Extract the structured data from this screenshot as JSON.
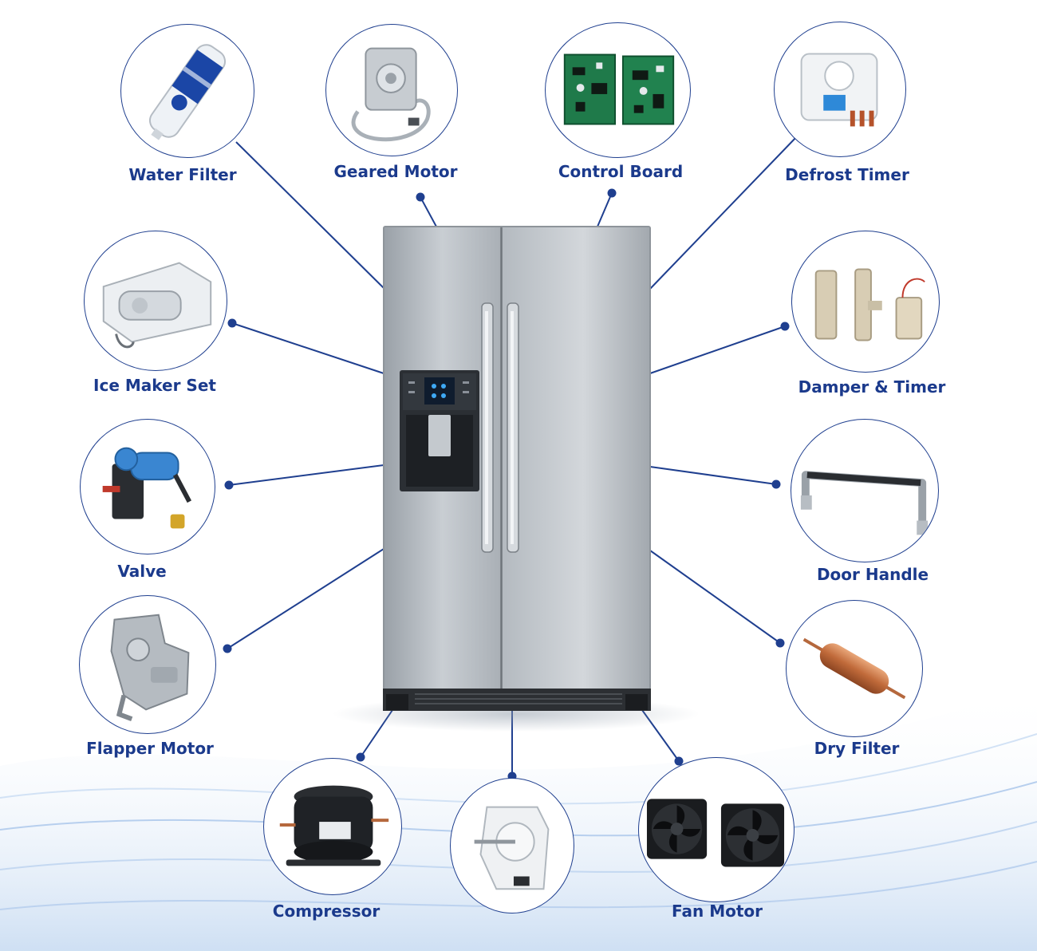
{
  "theme": {
    "accent": "#1f3f8f",
    "label_color": "#1b3a8c",
    "steel": "#b8bec4",
    "wave": "#dce8f6"
  },
  "parts": [
    {
      "id": "water-filter",
      "label": "Water Filter",
      "icon": "water-filter-icon"
    },
    {
      "id": "geared-motor",
      "label": "Geared Motor",
      "icon": "geared-motor-icon"
    },
    {
      "id": "control-board",
      "label": "Control Board",
      "icon": "control-board-icon"
    },
    {
      "id": "defrost-timer",
      "label": "Defrost Timer",
      "icon": "defrost-timer-icon"
    },
    {
      "id": "ice-maker-set",
      "label": "Ice Maker Set",
      "icon": "ice-maker-icon"
    },
    {
      "id": "damper-timer",
      "label": "Damper & Timer",
      "icon": "damper-timer-icon"
    },
    {
      "id": "valve",
      "label": "Valve",
      "icon": "valve-icon"
    },
    {
      "id": "door-handle",
      "label": "Door Handle",
      "icon": "door-handle-icon"
    },
    {
      "id": "flapper-motor",
      "label": "Flapper Motor",
      "icon": "flapper-motor-icon"
    },
    {
      "id": "dry-filter",
      "label": "Dry Filter",
      "icon": "dry-filter-icon"
    },
    {
      "id": "compressor",
      "label": "Compressor",
      "icon": "compressor-icon"
    },
    {
      "id": "fan-motor-single",
      "label": "",
      "icon": "fan-motor-single-icon"
    },
    {
      "id": "fan-motor",
      "label": "Fan Motor",
      "icon": "fan-motor-icon"
    }
  ],
  "center": {
    "icon": "side-by-side-refrigerator-icon"
  }
}
